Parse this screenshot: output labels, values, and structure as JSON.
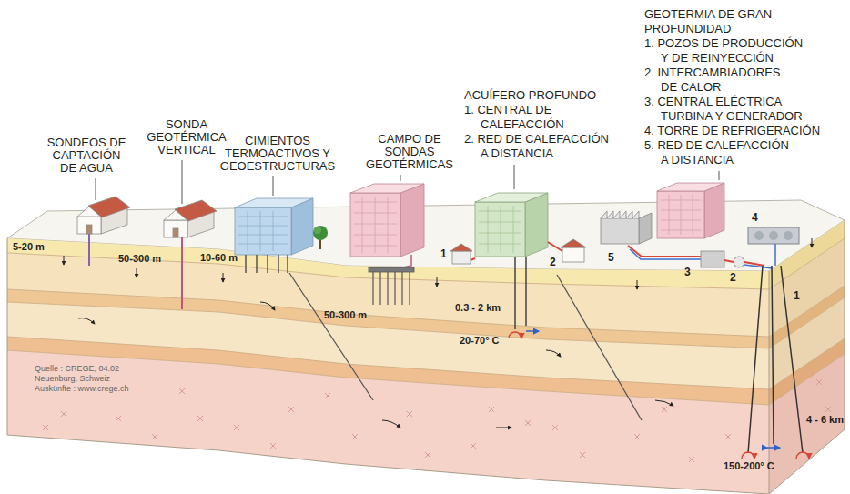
{
  "diagram": {
    "labels": [
      "SONDEOS DE CAPTACIÓN DE AGUA",
      "SONDA GEOTÉRMICA VERTICAL",
      "CIMIENTOS TERMOACTIVOS Y GEOESTRUCTURAS",
      "CAMPO DE SONDAS GEOTÉRMICAS",
      "ACUÍFERO PROFUNDO",
      "1. CENTRAL DE CALEFACCIÓN",
      "2. RED DE CALEFACCIÓN A DISTANCIA",
      "GEOTERMIA DE GRAN PROFUNDIDAD",
      "1. POZOS DE PRODUCCIÓN Y DE REINYECCIÓN",
      "2. INTERCAMBIADORES DE CALOR",
      "3. CENTRAL ELÉCTRICA TURBINA Y GENERADOR",
      "4. TORRE DE REFRIGERACIÓN",
      "5. RED DE CALEFACCIÓN A DISTANCIA",
      "5-20 m",
      "50-300 m",
      "10-60 m",
      "50-300 m",
      "0.3 - 2 km",
      "20-70° C",
      "1",
      "2",
      "5",
      "3",
      "2",
      "4",
      "1",
      "4 - 6 km",
      "150-200° C",
      "Quelle : CREGE, 04.02",
      "Neuenburg, Schweiz",
      "Auskünfte : www.crege.ch"
    ]
  }
}
